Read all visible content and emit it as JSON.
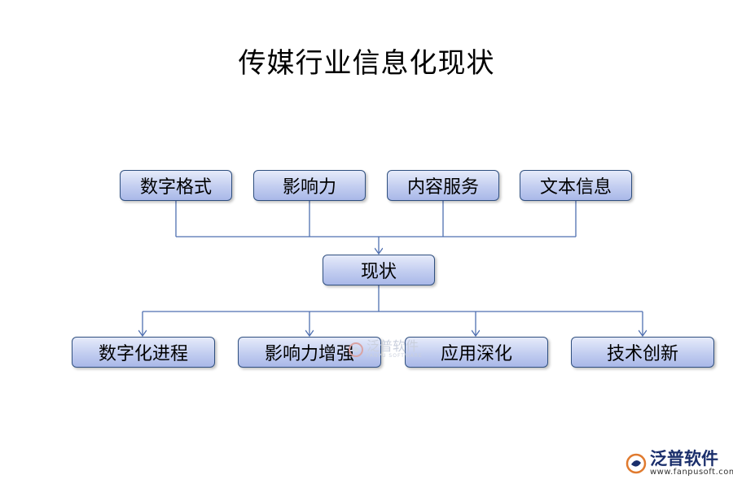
{
  "title": "传媒行业信息化现状",
  "top_nodes": [
    "数字格式",
    "影响力",
    "内容服务",
    "文本信息"
  ],
  "center_node": "现状",
  "bottom_nodes": [
    "数字化进程",
    "影响力增强",
    "应用深化",
    "技术创新"
  ],
  "watermark": {
    "text": "泛普软件",
    "subtext": "FANPU SOFTWARE"
  },
  "logo": {
    "name": "泛普软件",
    "url": "www.fanpusoft.com"
  },
  "colors": {
    "node_fill": "#c2cdf0",
    "node_border": "#2f4f7f",
    "connector": "#4f6fb0"
  }
}
